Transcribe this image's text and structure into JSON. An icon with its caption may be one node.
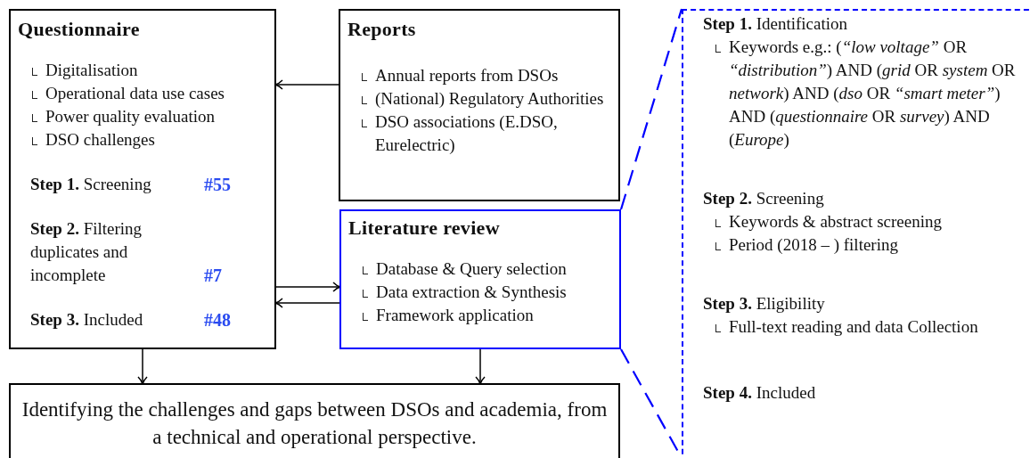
{
  "diagram": {
    "nodes": [
      {
        "text": [
          "Questionnaire",
          "Digitalisation",
          "Operational data use cases",
          "Power quality evaluation",
          "DSO challenges",
          "**Step 1.** Screening",
          "#55",
          "**Step 2.** Filtering duplicates and incomplete",
          "#7",
          "**Step 3.** Included",
          "#48"
        ]
      },
      {
        "text": [
          "Reports",
          "Annual reports from DSOs",
          "(National) Regulatory Authorities",
          "DSO associations (E.DSO, Eurelectric)"
        ]
      },
      {
        "text": [
          "Literature review",
          "Database & Query selection",
          "Data extraction & Synthesis",
          "Framework application"
        ]
      },
      {
        "text": [
          "Identifying the challenges and gaps between DSOs and academia, from a technical and operational perspective."
        ]
      },
      {
        "text": [
          "**Step 1.** Identification",
          "Keywords e.g.: (*“low voltage”* OR *“distribution”*) AND (*grid* OR *system* OR *network*) AND (*dso* OR *“smart meter”*) AND (*questionnaire* OR *survey*) AND (*Europe*)",
          "**Step 2.** Screening",
          "Keywords & abstract screening",
          "Period (2018 – ) filtering",
          "**Step 3.** Eligibility",
          "Full-text reading and data Collection",
          "**Step 4.** Included"
        ]
      }
    ],
    "edges": [
      {
        "from": 1,
        "to": 0,
        "arrow": "to"
      },
      {
        "from": 0,
        "to": 2,
        "arrow": "to"
      },
      {
        "from": 2,
        "to": 0,
        "arrow": "to"
      },
      {
        "from": 0,
        "to": 3,
        "arrow": "to"
      },
      {
        "from": 2,
        "to": 3,
        "arrow": "to"
      },
      {
        "from": 2,
        "to": 4,
        "arrow": "none",
        "style": "dashed",
        "color": "#0000ff"
      },
      {
        "from": 2,
        "to": 4,
        "arrow": "none",
        "style": "dashed",
        "color": "#0000ff"
      }
    ]
  }
}
